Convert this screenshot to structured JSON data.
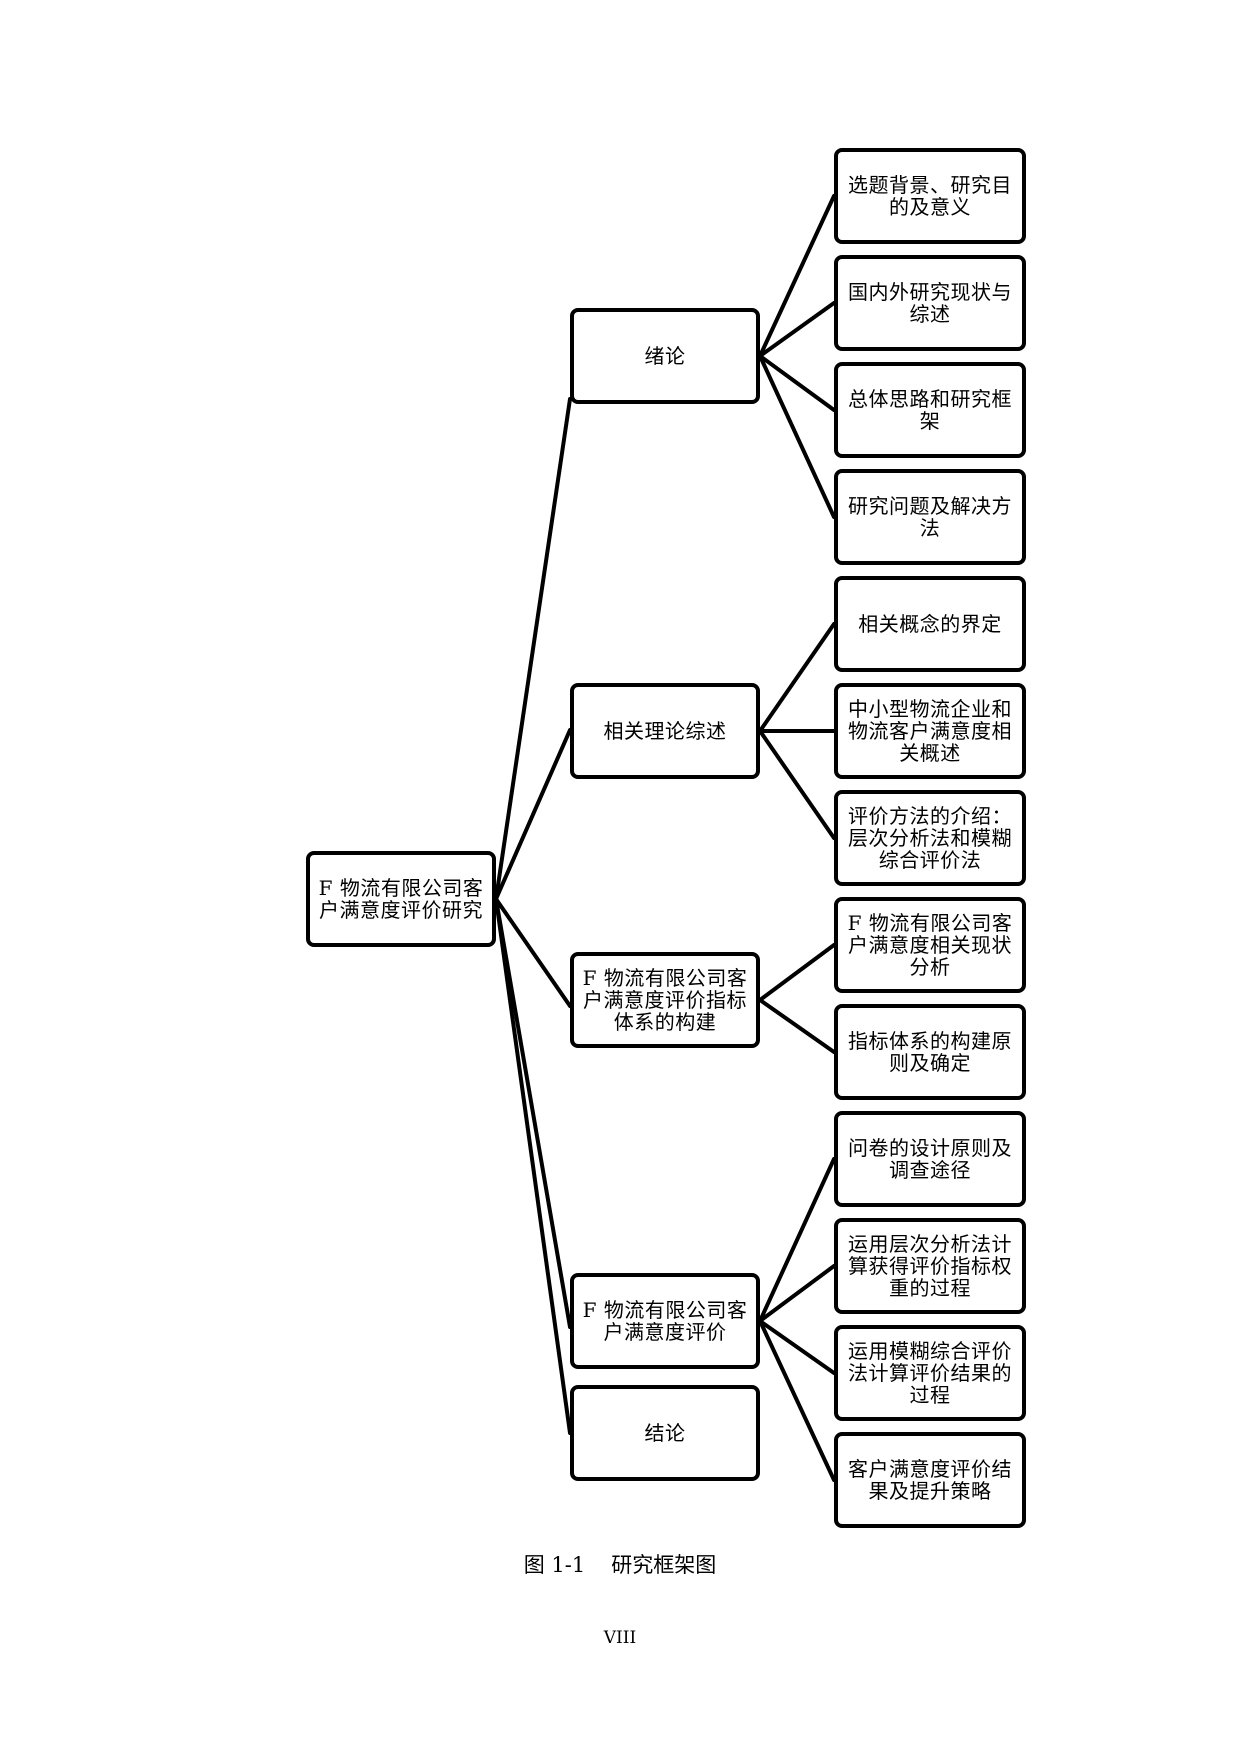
{
  "diagram": {
    "root": {
      "label": "F 物流有限公司客户满意度评价研究"
    },
    "chapters": [
      {
        "label": "绪论",
        "items": [
          "选题背景、研究目的及意义",
          "国内外研究现状与综述",
          "总体思路和研究框架",
          "研究问题及解决方法"
        ]
      },
      {
        "label": "相关理论综述",
        "items": [
          "相关概念的界定",
          "中小型物流企业和物流客户满意度相关概述",
          "评价方法的介绍：层次分析法和模糊综合评价法"
        ]
      },
      {
        "label": "F 物流有限公司客户满意度评价指标体系的构建",
        "items": [
          "F 物流有限公司客户满意度相关现状分析",
          "指标体系的构建原则及确定"
        ]
      },
      {
        "label": "F 物流有限公司客户满意度评价",
        "items": [
          "问卷的设计原则及调查途径",
          "运用层次分析法计算获得评价指标权重的过程",
          "运用模糊综合评价法计算评价结果的过程",
          "客户满意度评价结果及提升策略"
        ]
      },
      {
        "label": "结论",
        "items": []
      }
    ]
  },
  "caption": {
    "number": "图 1-1",
    "title": "研究框架图"
  },
  "page_number": "VIII"
}
